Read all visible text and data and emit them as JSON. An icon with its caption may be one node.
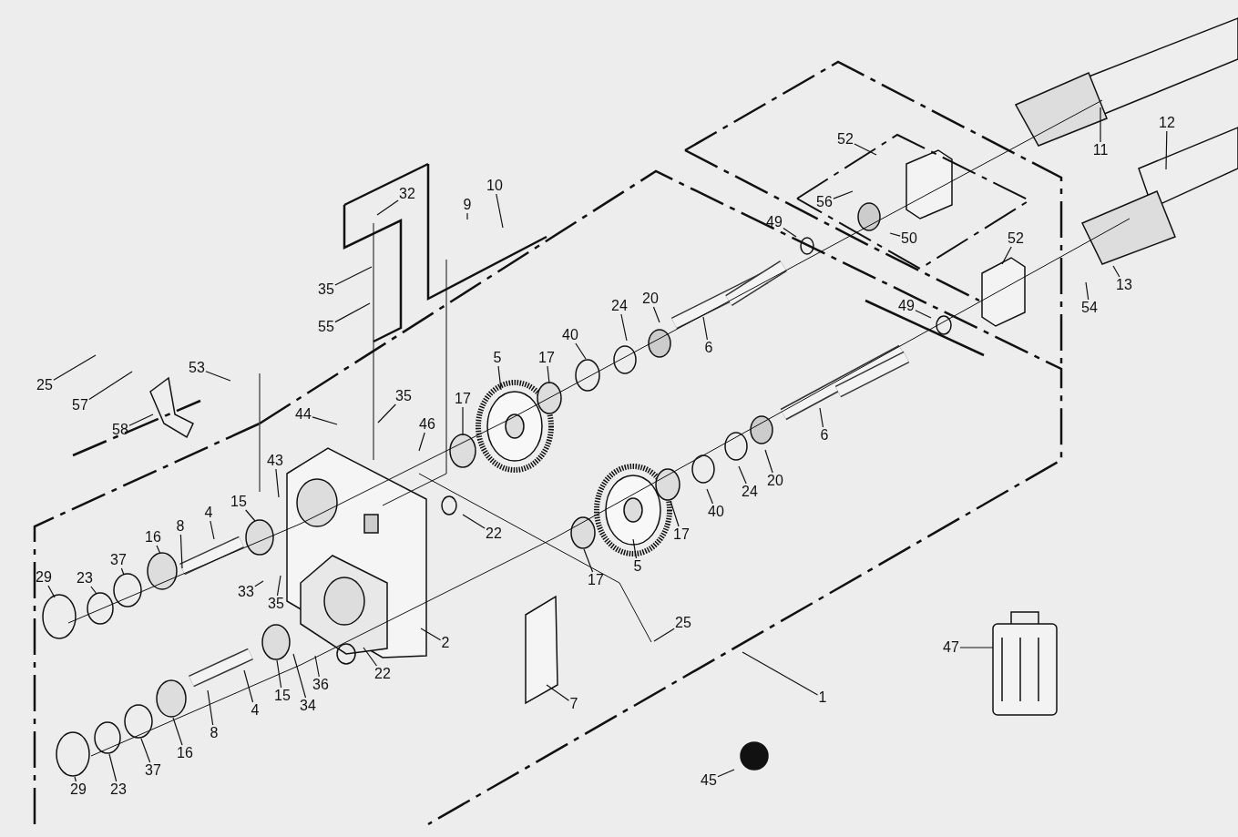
{
  "diagram": {
    "nodes": [
      {
        "text": [
          "32"
        ]
      },
      {
        "text": [
          "9"
        ]
      },
      {
        "text": [
          "10"
        ]
      },
      {
        "text": [
          "35"
        ]
      },
      {
        "text": [
          "55"
        ]
      },
      {
        "text": [
          "52"
        ]
      },
      {
        "text": [
          "56"
        ]
      },
      {
        "text": [
          "50"
        ]
      },
      {
        "text": [
          "11"
        ]
      },
      {
        "text": [
          "12"
        ]
      },
      {
        "text": [
          "52"
        ]
      },
      {
        "text": [
          "49"
        ]
      },
      {
        "text": [
          "49"
        ]
      },
      {
        "text": [
          "54"
        ]
      },
      {
        "text": [
          "13"
        ]
      },
      {
        "text": [
          "6"
        ]
      },
      {
        "text": [
          "6"
        ]
      },
      {
        "text": [
          "20"
        ]
      },
      {
        "text": [
          "24"
        ]
      },
      {
        "text": [
          "40"
        ]
      },
      {
        "text": [
          "17"
        ]
      },
      {
        "text": [
          "5"
        ]
      },
      {
        "text": [
          "17"
        ]
      },
      {
        "text": [
          "35"
        ]
      },
      {
        "text": [
          "46"
        ]
      },
      {
        "text": [
          "44"
        ]
      },
      {
        "text": [
          "53"
        ]
      },
      {
        "text": [
          "25"
        ]
      },
      {
        "text": [
          "57"
        ]
      },
      {
        "text": [
          "58"
        ]
      },
      {
        "text": [
          "43"
        ]
      },
      {
        "text": [
          "15"
        ]
      },
      {
        "text": [
          "4"
        ]
      },
      {
        "text": [
          "8"
        ]
      },
      {
        "text": [
          "16"
        ]
      },
      {
        "text": [
          "37"
        ]
      },
      {
        "text": [
          "23"
        ]
      },
      {
        "text": [
          "29"
        ]
      },
      {
        "text": [
          "33"
        ]
      },
      {
        "text": [
          "35"
        ]
      },
      {
        "text": [
          "22"
        ]
      },
      {
        "text": [
          "2"
        ]
      },
      {
        "text": [
          "25"
        ]
      },
      {
        "text": [
          "7"
        ]
      },
      {
        "text": [
          "22"
        ]
      },
      {
        "text": [
          "36"
        ]
      },
      {
        "text": [
          "34"
        ]
      },
      {
        "text": [
          "15"
        ]
      },
      {
        "text": [
          "4"
        ]
      },
      {
        "text": [
          "8"
        ]
      },
      {
        "text": [
          "16"
        ]
      },
      {
        "text": [
          "37"
        ]
      },
      {
        "text": [
          "23"
        ]
      },
      {
        "text": [
          "29"
        ]
      },
      {
        "text": [
          "17"
        ]
      },
      {
        "text": [
          "5"
        ]
      },
      {
        "text": [
          "17"
        ]
      },
      {
        "text": [
          "40"
        ]
      },
      {
        "text": [
          "24"
        ]
      },
      {
        "text": [
          "20"
        ]
      },
      {
        "text": [
          "1"
        ]
      },
      {
        "text": [
          "47"
        ]
      },
      {
        "text": [
          "45"
        ]
      }
    ],
    "edges": [
      {
        "from": 0,
        "to": null,
        "arrow": "none"
      },
      {
        "from": 1,
        "to": null,
        "arrow": "none"
      },
      {
        "from": 2,
        "to": null,
        "arrow": "none"
      },
      {
        "from": 3,
        "to": null,
        "arrow": "none"
      },
      {
        "from": 4,
        "to": null,
        "arrow": "none"
      },
      {
        "from": 5,
        "to": null,
        "arrow": "none"
      },
      {
        "from": 6,
        "to": null,
        "arrow": "none"
      },
      {
        "from": 7,
        "to": null,
        "arrow": "none"
      },
      {
        "from": 8,
        "to": null,
        "arrow": "none"
      },
      {
        "from": 9,
        "to": null,
        "arrow": "none"
      },
      {
        "from": 10,
        "to": null,
        "arrow": "none"
      },
      {
        "from": 11,
        "to": null,
        "arrow": "none"
      },
      {
        "from": 12,
        "to": null,
        "arrow": "none"
      },
      {
        "from": 13,
        "to": null,
        "arrow": "none"
      },
      {
        "from": 14,
        "to": null,
        "arrow": "none"
      },
      {
        "from": 15,
        "to": null,
        "arrow": "none"
      },
      {
        "from": 16,
        "to": null,
        "arrow": "none"
      },
      {
        "from": 17,
        "to": null,
        "arrow": "none"
      },
      {
        "from": 18,
        "to": null,
        "arrow": "none"
      },
      {
        "from": 19,
        "to": null,
        "arrow": "none"
      },
      {
        "from": 20,
        "to": null,
        "arrow": "none"
      },
      {
        "from": 21,
        "to": null,
        "arrow": "none"
      },
      {
        "from": 22,
        "to": null,
        "arrow": "none"
      },
      {
        "from": 23,
        "to": null,
        "arrow": "none"
      },
      {
        "from": 24,
        "to": null,
        "arrow": "none"
      },
      {
        "from": 25,
        "to": null,
        "arrow": "none"
      },
      {
        "from": 26,
        "to": null,
        "arrow": "none"
      },
      {
        "from": 27,
        "to": null,
        "arrow": "none"
      },
      {
        "from": 28,
        "to": null,
        "arrow": "none"
      },
      {
        "from": 29,
        "to": null,
        "arrow": "none"
      },
      {
        "from": 30,
        "to": null,
        "arrow": "none"
      },
      {
        "from": 31,
        "to": null,
        "arrow": "none"
      },
      {
        "from": 32,
        "to": null,
        "arrow": "none"
      },
      {
        "from": 33,
        "to": null,
        "arrow": "none"
      },
      {
        "from": 34,
        "to": null,
        "arrow": "none"
      },
      {
        "from": 35,
        "to": null,
        "arrow": "none"
      },
      {
        "from": 36,
        "to": null,
        "arrow": "none"
      },
      {
        "from": 37,
        "to": null,
        "arrow": "none"
      },
      {
        "from": 38,
        "to": null,
        "arrow": "none"
      },
      {
        "from": 39,
        "to": null,
        "arrow": "none"
      },
      {
        "from": 40,
        "to": null,
        "arrow": "none"
      },
      {
        "from": 41,
        "to": null,
        "arrow": "none"
      },
      {
        "from": 42,
        "to": null,
        "arrow": "none"
      },
      {
        "from": 43,
        "to": null,
        "arrow": "none"
      },
      {
        "from": 44,
        "to": null,
        "arrow": "none"
      },
      {
        "from": 45,
        "to": null,
        "arrow": "none"
      },
      {
        "from": 46,
        "to": null,
        "arrow": "none"
      },
      {
        "from": 47,
        "to": null,
        "arrow": "none"
      },
      {
        "from": 48,
        "to": null,
        "arrow": "none"
      },
      {
        "from": 49,
        "to": null,
        "arrow": "none"
      },
      {
        "from": 50,
        "to": null,
        "arrow": "none"
      },
      {
        "from": 51,
        "to": null,
        "arrow": "none"
      },
      {
        "from": 52,
        "to": null,
        "arrow": "none"
      },
      {
        "from": 53,
        "to": null,
        "arrow": "none"
      },
      {
        "from": 54,
        "to": null,
        "arrow": "none"
      },
      {
        "from": 55,
        "to": null,
        "arrow": "none"
      },
      {
        "from": 56,
        "to": null,
        "arrow": "none"
      },
      {
        "from": 57,
        "to": null,
        "arrow": "none"
      },
      {
        "from": 58,
        "to": null,
        "arrow": "none"
      },
      {
        "from": 59,
        "to": null,
        "arrow": "none"
      },
      {
        "from": 60,
        "to": null,
        "arrow": "none"
      },
      {
        "from": 61,
        "to": null,
        "arrow": "none"
      },
      {
        "from": 62,
        "to": null,
        "arrow": "none"
      }
    ]
  }
}
